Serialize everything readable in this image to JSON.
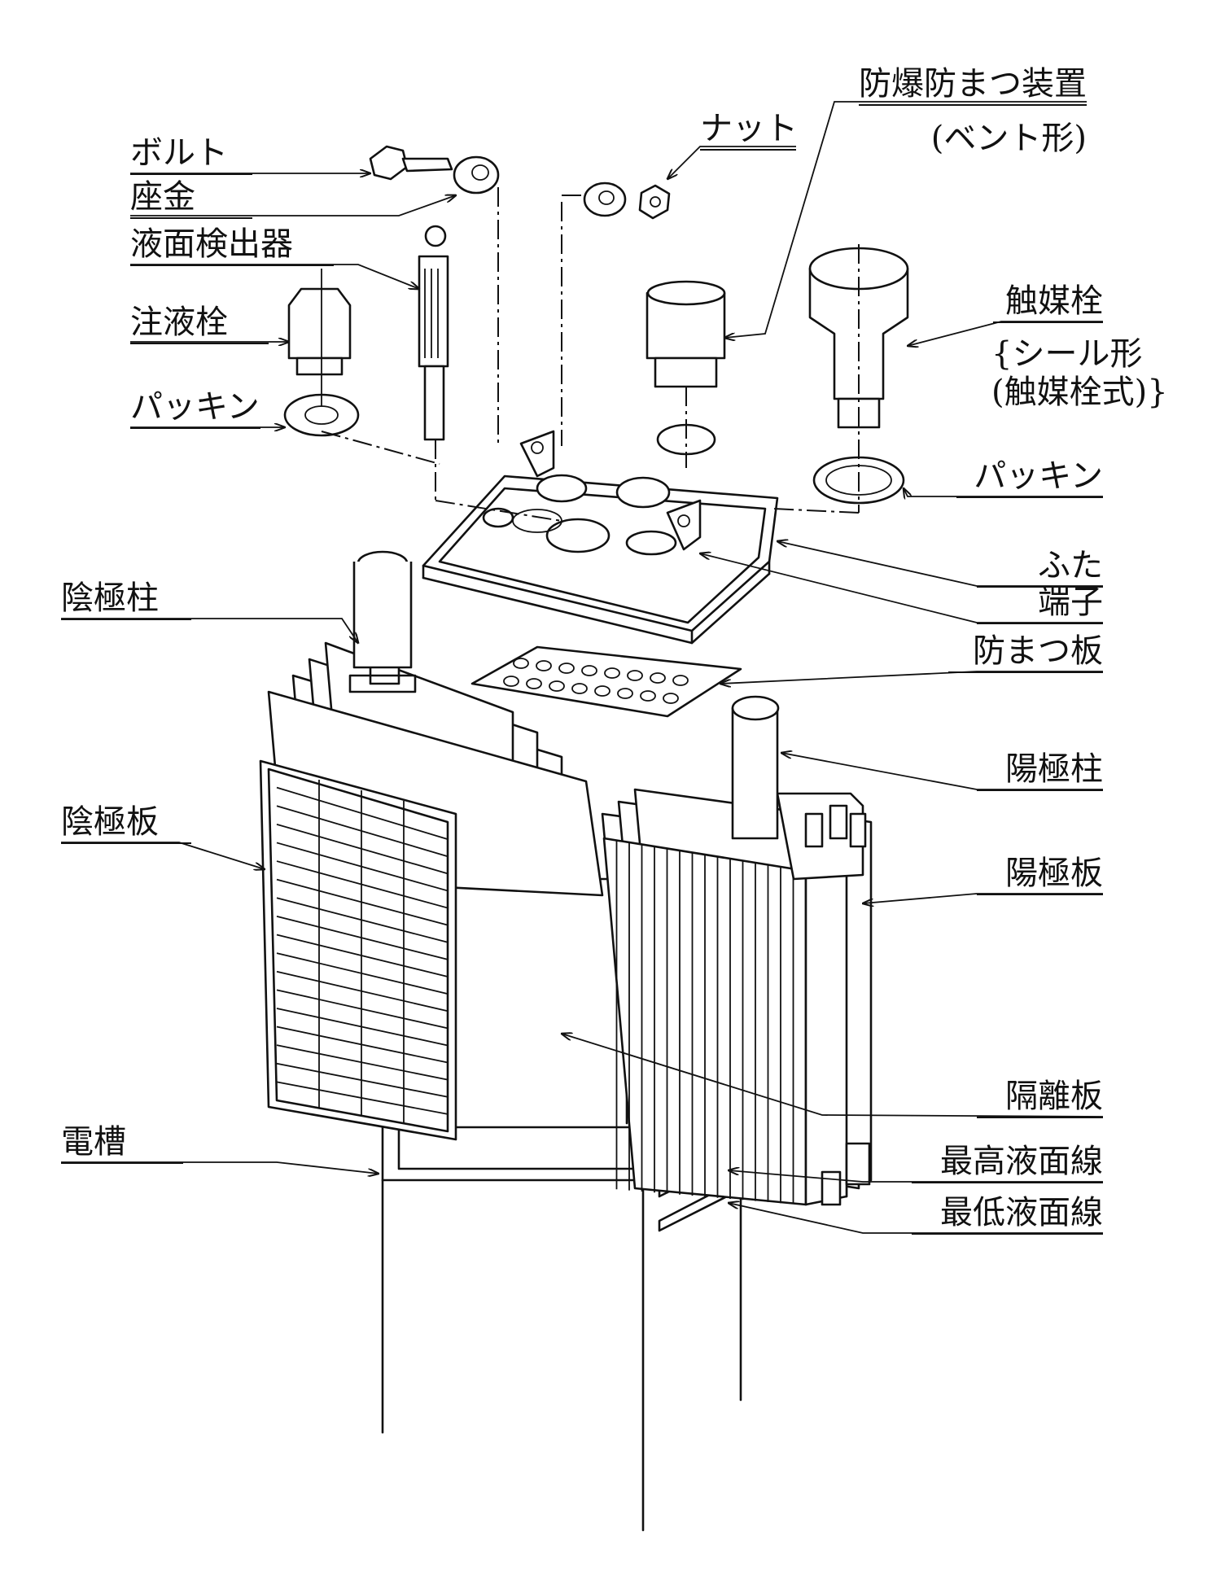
{
  "labels": {
    "bolt": "ボルト",
    "washer": "座金",
    "level_detector": "液面検出器",
    "filling_plug": "注液栓",
    "packing_left": "パッキン",
    "nut": "ナット",
    "explosion_proof_title": "防爆防まつ装置",
    "explosion_proof_sub": "(ベント形)",
    "catalyst_plug": "触媒栓",
    "seal_type": "{シール形",
    "catalyst_plug_type": "(触媒栓式)}",
    "packing_right": "パッキン",
    "lid": "ふた",
    "terminal": "端子",
    "anti_spray_plate": "防まつ板",
    "negative_pole": "陰極柱",
    "positive_pole": "陽極柱",
    "negative_plate": "陰極板",
    "positive_plate": "陽極板",
    "separator": "隔離板",
    "container": "電槽",
    "max_level_line": "最高液面線",
    "min_level_line": "最低液面線"
  }
}
